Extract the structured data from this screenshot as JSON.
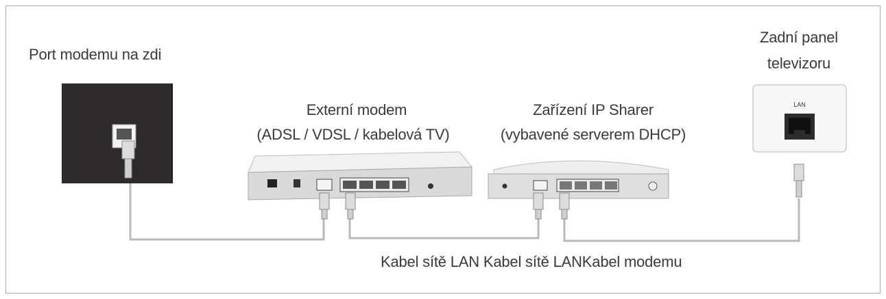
{
  "labels": {
    "wall_port": "Port modemu na zdi",
    "tv_panel_line1": "Zadní panel",
    "tv_panel_line2": "televizoru",
    "external_modem_line1": "Externí modem",
    "external_modem_line2": "(ADSL / VDSL / kabelová TV)",
    "ip_sharer_line1": "Zařízení IP Sharer",
    "ip_sharer_line2": "(vybavené serverem DHCP)",
    "cable_caption": "Kabel sítě LAN Kabel sítě LANKabel modemu",
    "tv_port_label": "LAN"
  },
  "colors": {
    "cable": "#b9b9b9",
    "wall": "#2f2a2b",
    "device_body": "#e6e6e6",
    "text": "#3a3a3a",
    "frame_border": "#a9a9a9"
  }
}
